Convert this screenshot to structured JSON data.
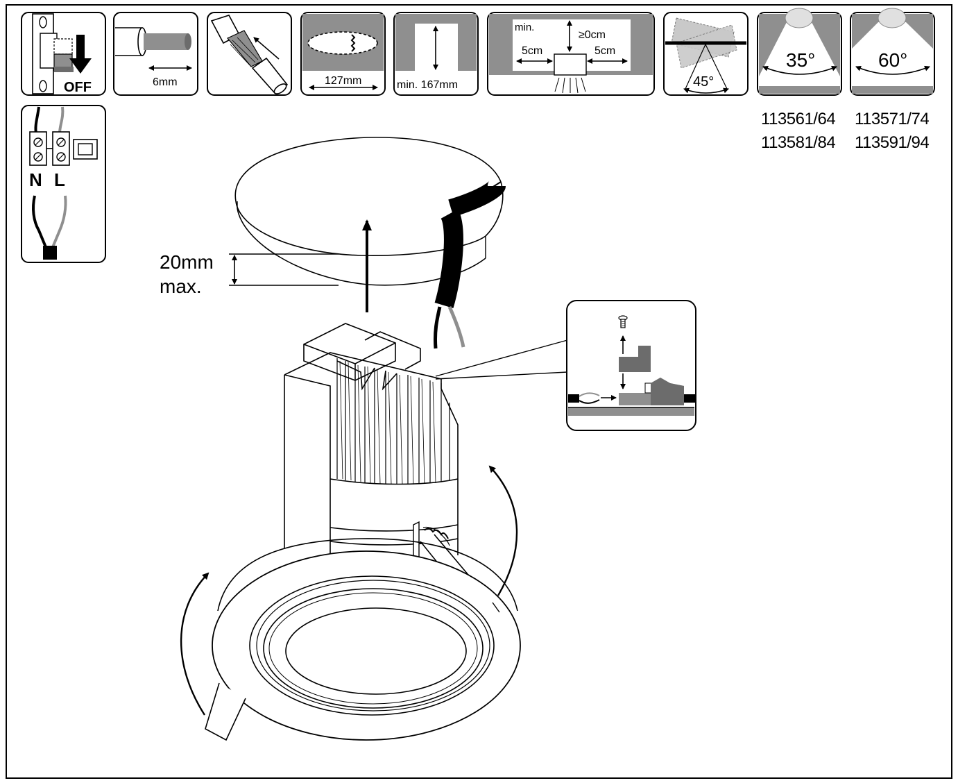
{
  "icons": {
    "switch_off": "OFF",
    "strip_length": "6mm",
    "cutout_diameter": "127mm",
    "min_depth": "min. 167mm",
    "clearance_min": "min.",
    "clearance_top": "≥0cm",
    "clearance_left": "5cm",
    "clearance_right": "5cm",
    "tilt_angle": "45°",
    "beam_35": "35°",
    "beam_60": "60°"
  },
  "wiring": {
    "neutral": "N",
    "live": "L"
  },
  "models": {
    "row1_left": "113561/64",
    "row1_right": "113571/74",
    "row2_left": "113581/84",
    "row2_right": "113591/94"
  },
  "ceiling": {
    "thickness_value": "20mm",
    "thickness_suffix": "max."
  },
  "colors": {
    "line": "#000000",
    "gray": "#8f8f8f",
    "dark_gray": "#6c6c6c",
    "light_gray": "#c9c9c9"
  }
}
